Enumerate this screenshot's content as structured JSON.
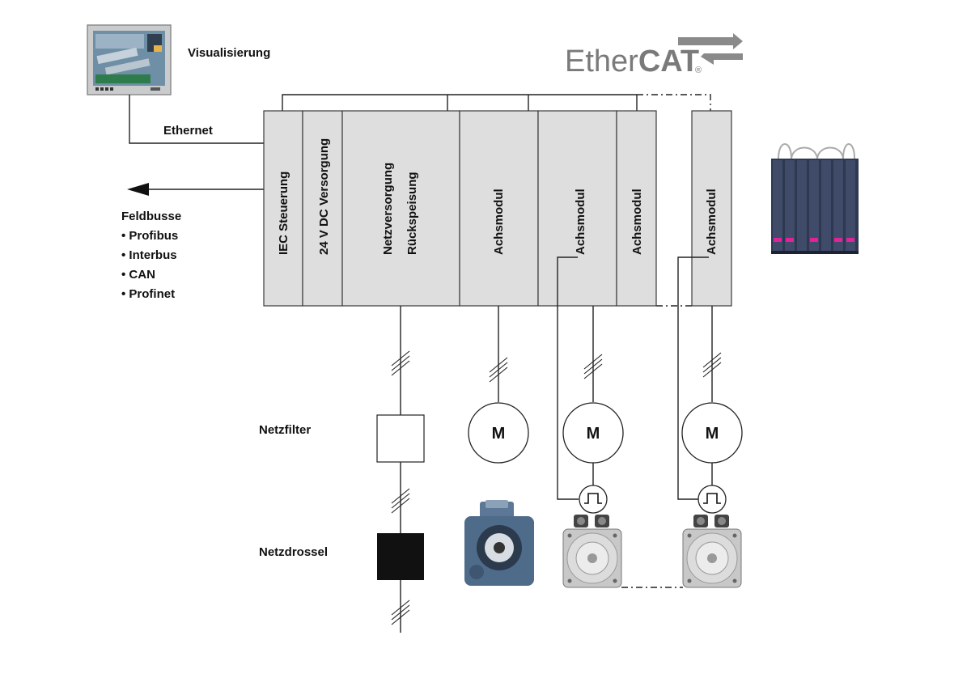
{
  "labels": {
    "visualisierung": "Visualisierung",
    "ethernet": "Ethernet",
    "feldbusse_title": "Feldbusse",
    "feldbusse_items": [
      "• Profibus",
      "• Interbus",
      "• CAN",
      "• Profinet"
    ],
    "netzfilter": "Netzfilter",
    "netzdrossel": "Netzdrossel"
  },
  "logo": {
    "ether": "Ether",
    "cat": "CAT",
    "registered": "®"
  },
  "modules": {
    "iec": "IEC Steuerung",
    "dc": "24 V DC Versorgung",
    "netz_line1": "Netzversorgung",
    "netz_line2": "Rückspeisung",
    "achs1": "Achsmodul",
    "achs2": "Achsmodul",
    "achs3": "Achsmodul",
    "achs4": "Achsmodul"
  },
  "motors": {
    "m1": "M",
    "m2": "M",
    "m3": "M"
  },
  "colors": {
    "module_fill": "#dedede",
    "module_stroke": "#3a3a3a",
    "logo_grey": "#7a7a7a",
    "drive_blue": "#4f6b8a",
    "battery_blue": "#3a4560",
    "battery_label": "#e0239b"
  }
}
